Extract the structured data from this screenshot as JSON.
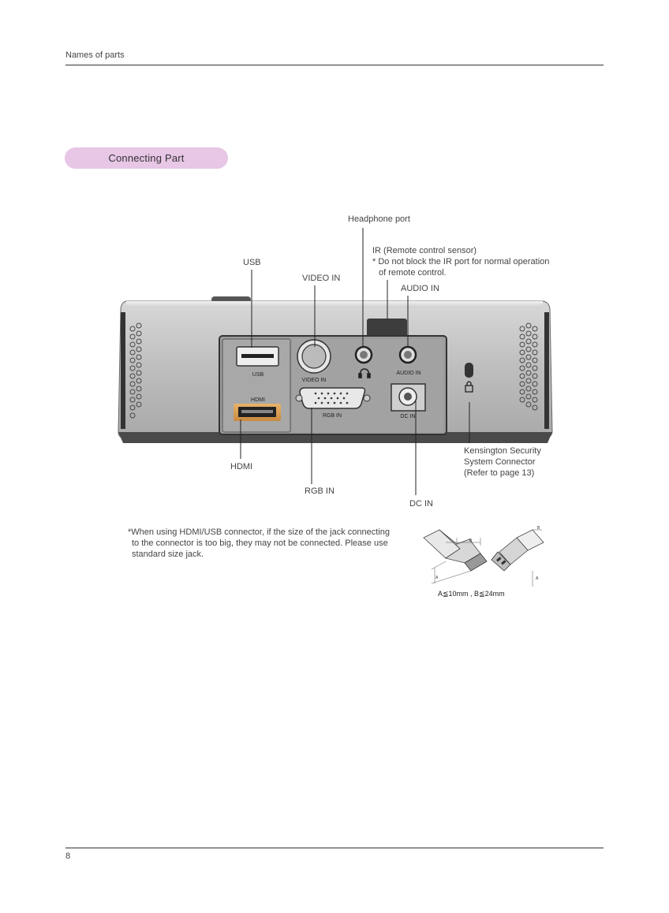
{
  "header": {
    "title": "Names of parts"
  },
  "section": {
    "title": "Connecting Part"
  },
  "callouts": {
    "headphone": "Headphone port",
    "ir": "IR (Remote control sensor)",
    "ir_note_1": "* Do not block the IR port for normal operation",
    "ir_note_2": "of remote control.",
    "usb": "USB",
    "video_in": "VIDEO IN",
    "audio_in": "AUDIO IN",
    "hdmi": "HDMI",
    "rgb_in": "RGB IN",
    "dc_in": "DC IN",
    "kensington_1": "Kensington Security",
    "kensington_2": "System Connector",
    "kensington_3": "(Refer to page 13)"
  },
  "panel_labels": {
    "usb": "USB",
    "hdmi": "HDMI",
    "video_in": "VIDEO IN",
    "rgb_in": "RGB IN",
    "audio_in": "AUDIO IN",
    "dc_in": "DC IN"
  },
  "note": {
    "line1": "*When using HDMI/USB connector, if the size of the jack connecting",
    "line2": "to the connector is too big, they may not be connected. Please use",
    "line3": "standard size jack."
  },
  "dimension": {
    "a": "A",
    "b": "B",
    "caption": "A≦10mm , B≦24mm"
  },
  "footer": {
    "page_number": "8"
  }
}
